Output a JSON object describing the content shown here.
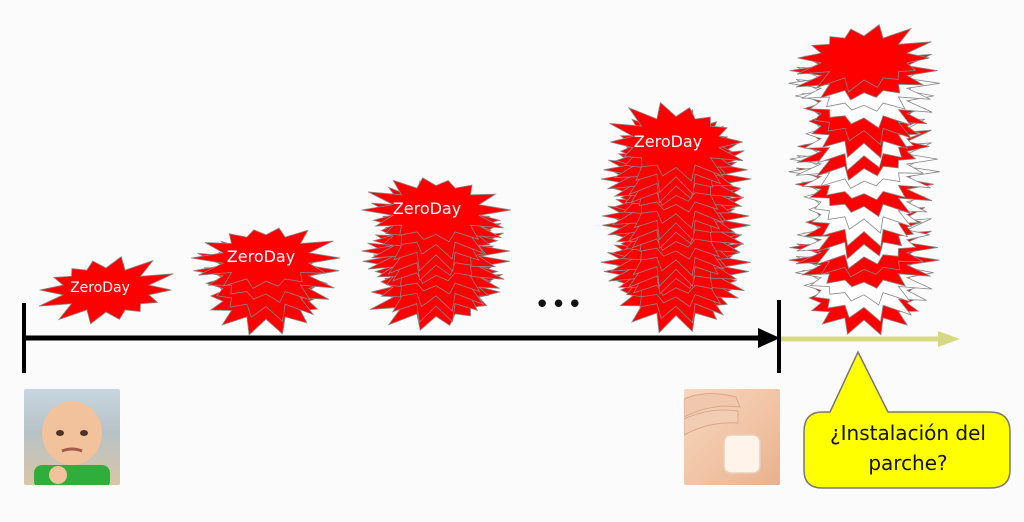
{
  "stacks": [
    {
      "label": "ZeroDay"
    },
    {
      "label": "ZeroDay"
    },
    {
      "label": "ZeroDay"
    },
    {
      "label": "ZeroDay"
    }
  ],
  "ellipsis": "•••",
  "callout": {
    "line1": "¿Instalación del",
    "line2": "parche?"
  },
  "colors": {
    "burst_red": "#ff0000",
    "burst_outline": "#888888",
    "timeline": "#000000",
    "future_timeline": "#d6d884",
    "callout_fill": "#ffff00",
    "callout_stroke": "#777777"
  },
  "icons": {
    "start_image": "baby-success-photo",
    "end_image": "patch-on-shoulder-photo"
  }
}
